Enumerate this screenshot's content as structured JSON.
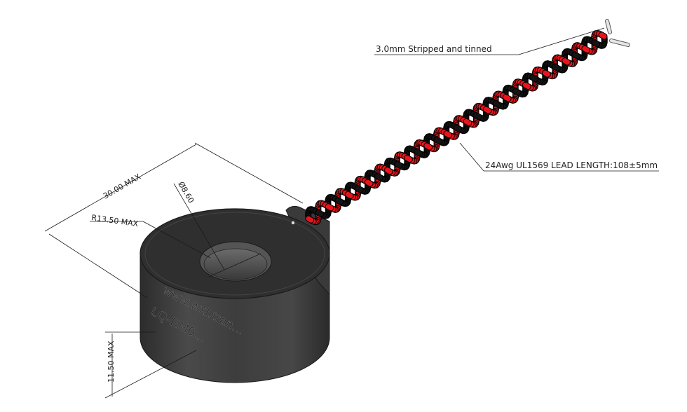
{
  "callouts": {
    "strip": "3.0mm Stripped and tinned",
    "lead": "24Awg UL1569 LEAD LENGTH:108±5mm"
  },
  "dimensions": {
    "width": "30.00 MAX",
    "radius": "R13.50 MAX",
    "hole": "Ø8.60",
    "height": "11.50 MAX"
  },
  "body_markings": {
    "url": "www.wxl.tran...",
    "model": "LQ-EM0..."
  },
  "colors": {
    "body": "#3a3a3a",
    "body_top": "#2f2f2f",
    "red_wire": "#e8141c",
    "black_wire": "#141414",
    "line": "#1a1a1a"
  }
}
